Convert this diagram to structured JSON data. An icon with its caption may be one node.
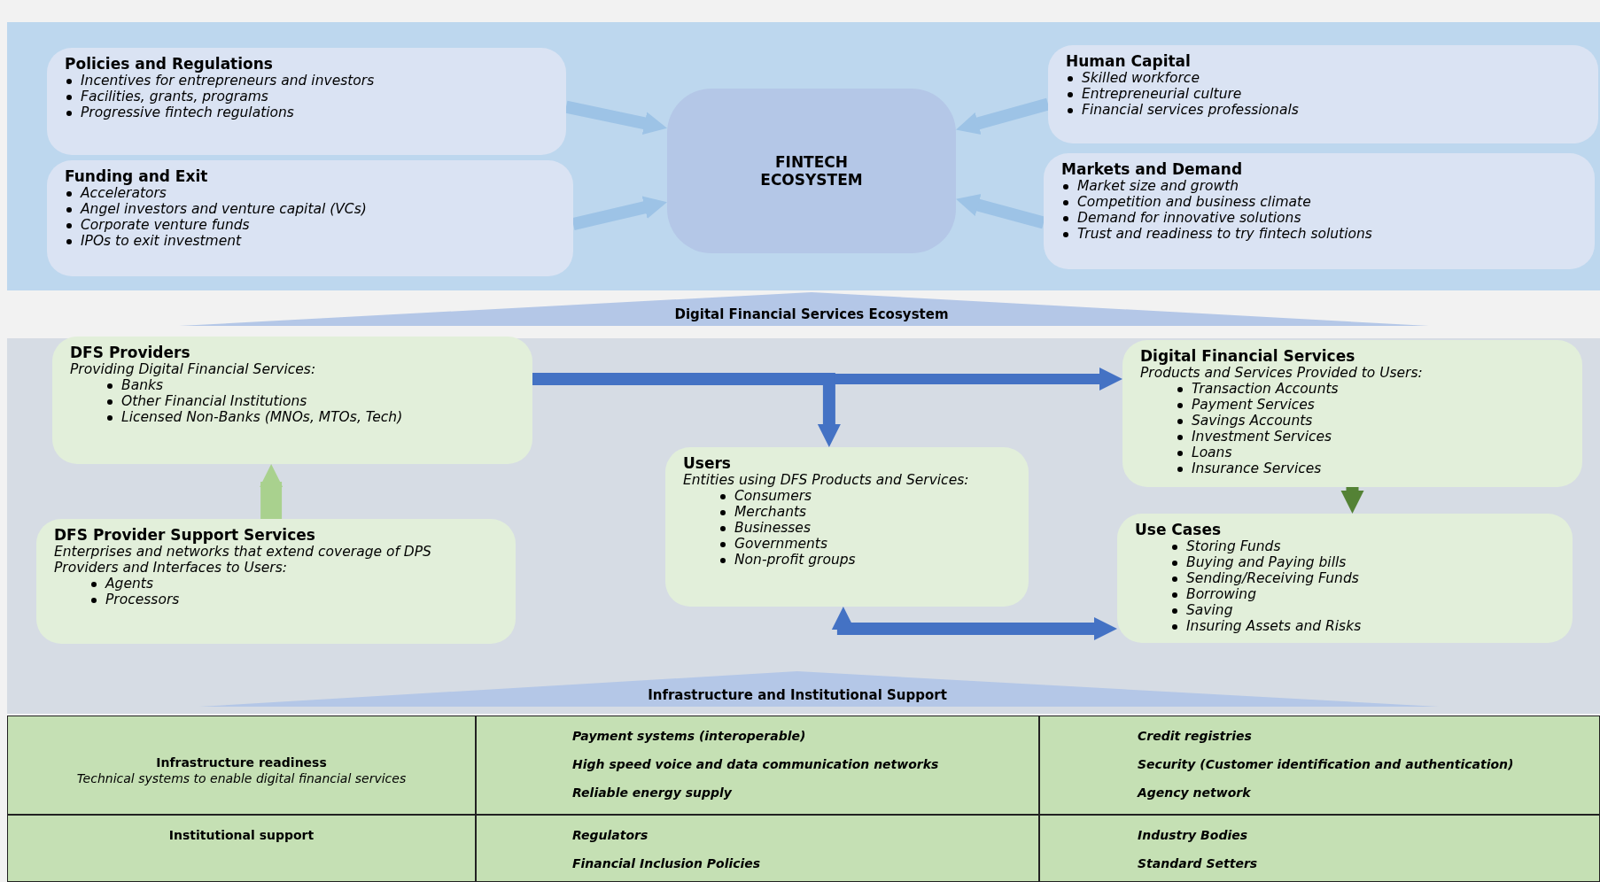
{
  "diagram": {
    "nodes": [
      {
        "text": [
          "Policies and Regulations",
          "Incentives for entrepreneurs and investors",
          "Facilities, grants, programs",
          "Progressive fintech regulations"
        ]
      },
      {
        "text": [
          "Funding and Exit",
          "Accelerators",
          "Angel investors and venture capital (VCs)",
          "Corporate venture funds",
          "IPOs to exit investment"
        ]
      },
      {
        "text": [
          "FINTECH ECOSYSTEM"
        ]
      },
      {
        "text": [
          "Human Capital",
          "Skilled workforce",
          "Entrepreneurial culture",
          "Financial services professionals"
        ]
      },
      {
        "text": [
          "Markets and Demand",
          "Market size and growth",
          "Competition and business climate",
          "Demand for innovative solutions",
          "Trust and readiness to try fintech solutions"
        ]
      },
      {
        "text": [
          "DFS Providers",
          "Providing Digital Financial Services:",
          "Banks",
          "Other Financial Institutions",
          "Licensed Non-Banks (MNOs, MTOs, Tech)"
        ]
      },
      {
        "text": [
          "DFS Provider Support Services",
          "Enterprises and networks that extend coverage of DPS Providers and Interfaces to Users:",
          "Agents",
          "Processors"
        ]
      },
      {
        "text": [
          "Users",
          "Entities using DFS Products and Services:",
          "Consumers",
          "Merchants",
          "Businesses",
          "Governments",
          "Non-profit groups"
        ]
      },
      {
        "text": [
          "Digital Financial Services",
          "Products and Services Provided to Users:",
          "Transaction Accounts",
          "Payment Services",
          "Savings Accounts",
          "Investment Services",
          "Loans",
          "Insurance Services"
        ]
      },
      {
        "text": [
          "Use Cases",
          "Storing Funds",
          "Buying and Paying bills",
          "Sending/Receiving Funds",
          "Borrowing",
          "Saving",
          "Insuring Assets and Risks"
        ]
      }
    ],
    "edges": [
      {
        "from": 0,
        "to": 2,
        "arrow": "to"
      },
      {
        "from": 1,
        "to": 2,
        "arrow": "to"
      },
      {
        "from": 3,
        "to": 2,
        "arrow": "to"
      },
      {
        "from": 4,
        "to": 2,
        "arrow": "to"
      },
      {
        "from": 5,
        "to": 8,
        "arrow": "to",
        "color": "#4472c4"
      },
      {
        "from": 5,
        "to": 7,
        "arrow": "to",
        "color": "#4472c4"
      },
      {
        "from": 6,
        "to": 5,
        "arrow": "to",
        "color": "#a9d18e"
      },
      {
        "from": 8,
        "to": 9,
        "arrow": "to",
        "color": "#548235"
      },
      {
        "from": 7,
        "to": 9,
        "arrow": "both",
        "color": "#4472c4"
      }
    ],
    "labels": [
      "Digital Financial Services Ecosystem",
      "Infrastructure and Institutional Support",
      "Infrastructure readiness",
      "Technical systems to enable digital financial services",
      "Payment systems (interoperable)",
      "High speed voice and data communication networks",
      "Reliable energy supply",
      "Credit registries",
      "Security (Customer identification and authentication)",
      "Agency network",
      "Institutional support",
      "Regulators",
      "Financial Inclusion Policies",
      "Industry Bodies",
      "Standard Setters"
    ]
  }
}
